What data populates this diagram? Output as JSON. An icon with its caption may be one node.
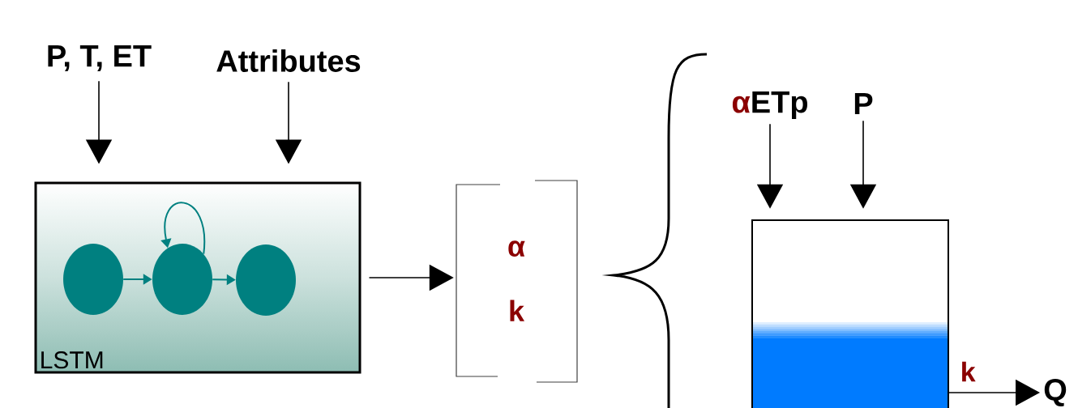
{
  "diagram": {
    "nodes": [
      {
        "text": [
          "P, T, ET"
        ]
      },
      {
        "text": [
          "Attributes"
        ]
      },
      {
        "text": [
          "LSTM"
        ]
      },
      {
        "text": [],
        "shape": "circle",
        "in": 2
      },
      {
        "text": [],
        "shape": "circle",
        "in": 2
      },
      {
        "text": [],
        "shape": "circle",
        "in": 2
      },
      {
        "text": [
          "α",
          "k"
        ]
      },
      {
        "text": [
          "α",
          "ETp"
        ]
      },
      {
        "text": [
          "P"
        ]
      },
      {
        "text": [],
        "shape": "box"
      },
      {
        "text": [
          "Q"
        ]
      }
    ],
    "edges": [
      {
        "from": 0,
        "to": 2,
        "arrow": "to"
      },
      {
        "from": 1,
        "to": 2,
        "arrow": "to"
      },
      {
        "from": 3,
        "to": 4,
        "arrow": "to",
        "color": "#008080"
      },
      {
        "from": 4,
        "to": 5,
        "arrow": "to",
        "color": "#008080"
      },
      {
        "from": 4,
        "to": 4,
        "arrow": "to",
        "color": "#008080"
      },
      {
        "from": 2,
        "to": 6,
        "arrow": "to"
      },
      {
        "from": 7,
        "to": 9,
        "arrow": "to"
      },
      {
        "from": 8,
        "to": 9,
        "arrow": "to"
      },
      {
        "from": 9,
        "to": 10,
        "arrow": "to",
        "label": "k"
      }
    ]
  }
}
